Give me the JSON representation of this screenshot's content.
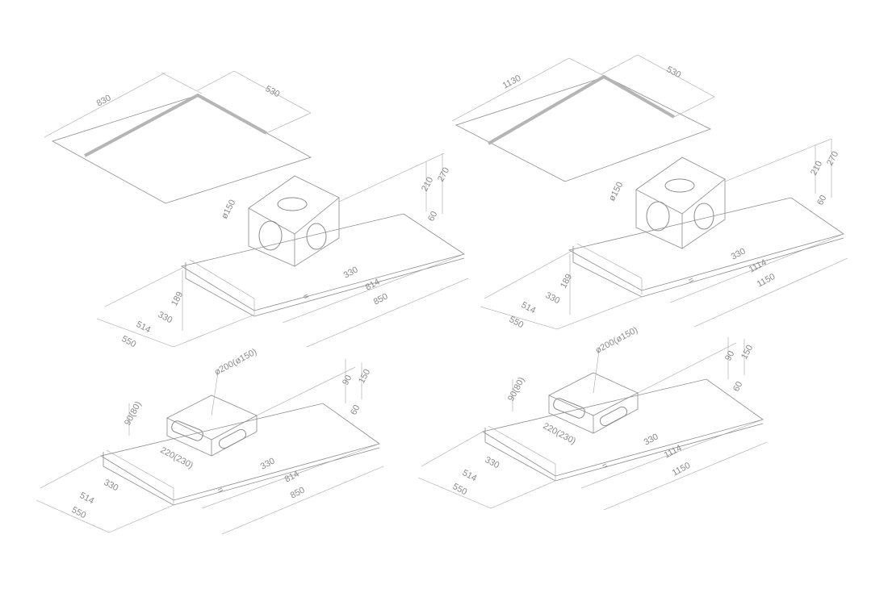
{
  "diagrams": {
    "cutout_small": {
      "width": "830",
      "depth": "530"
    },
    "cutout_large": {
      "width": "1130",
      "depth": "530"
    },
    "hood_850_box": {
      "dia": "ø150",
      "h210": "210",
      "h270": "270",
      "h60": "60",
      "d189": "189",
      "d330a": "330",
      "d514": "514",
      "d550": "550",
      "d330b": "330",
      "d814": "814",
      "d850": "850",
      "eq": "="
    },
    "hood_1150_box": {
      "dia": "ø150",
      "h210": "210",
      "h270": "270",
      "h60": "60",
      "d189": "189",
      "d330a": "330",
      "d514": "514",
      "d550": "550",
      "d330b": "330",
      "d1114": "1114",
      "d1150": "1150",
      "eq": "="
    },
    "hood_850_flat": {
      "dia": "ø200(ø150)",
      "h90": "90",
      "h150": "150",
      "h60": "60",
      "h9080": "90(80)",
      "w220": "220(230)",
      "d330a": "330",
      "d514": "514",
      "d550": "550",
      "d330b": "330",
      "d814": "814",
      "d850": "850",
      "eq": "="
    },
    "hood_1150_flat": {
      "dia": "ø200(ø150)",
      "h90": "90",
      "h150": "150",
      "h60": "60",
      "h9080": "90(80)",
      "w220": "220(230)",
      "d330a": "330",
      "d514": "514",
      "d550": "550",
      "d330b": "330",
      "d1114": "1114",
      "d1150": "1150",
      "eq": "="
    }
  }
}
